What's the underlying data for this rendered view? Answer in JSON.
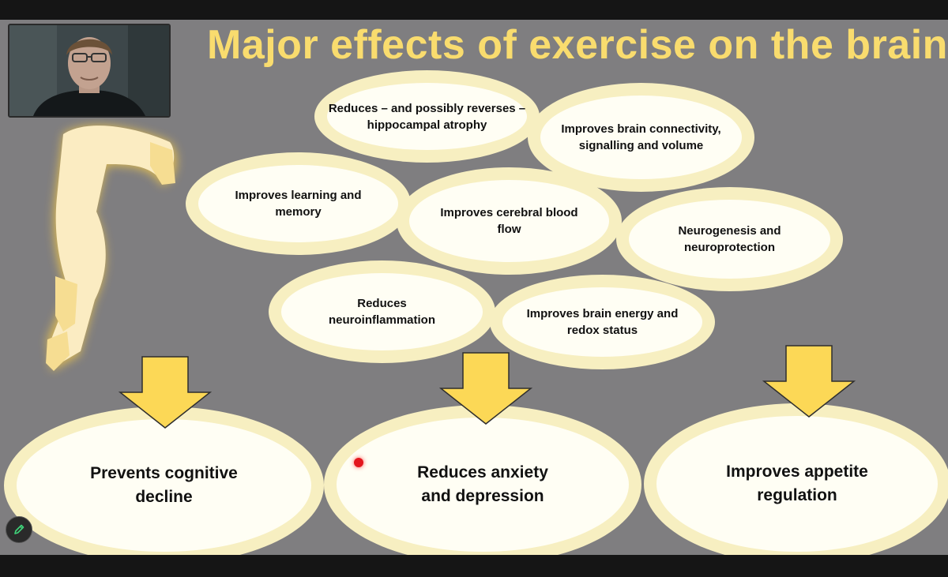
{
  "slide": {
    "title": "Major effects of exercise on the brain",
    "effects": [
      {
        "id": "hippocampal",
        "text": "Reduces – and possibly reverses – hippocampal atrophy"
      },
      {
        "id": "connectivity",
        "text": "Improves brain connectivity, signalling and volume"
      },
      {
        "id": "learning",
        "text": "Improves learning and memory"
      },
      {
        "id": "bloodflow",
        "text": "Improves cerebral blood flow"
      },
      {
        "id": "neurogenesis",
        "text": "Neurogenesis and neuroprotection"
      },
      {
        "id": "neuroinflammation",
        "text": "Reduces neuroinflammation"
      },
      {
        "id": "energy",
        "text": "Improves brain energy and redox status"
      }
    ],
    "outcomes": [
      {
        "id": "cognitive",
        "text": "Prevents cognitive decline"
      },
      {
        "id": "anxiety",
        "text": "Reduces anxiety and depression"
      },
      {
        "id": "appetite",
        "text": "Improves appetite regulation"
      }
    ]
  },
  "colors": {
    "slide_bg": "#7f7e80",
    "title": "#f9dc6e",
    "ellipse_fill": "#fffef4",
    "ellipse_ring": "#f7efc1",
    "arrow": "#fcd856",
    "laser": "#e3161d"
  },
  "controls": {
    "annotate_icon": "pen-icon"
  }
}
